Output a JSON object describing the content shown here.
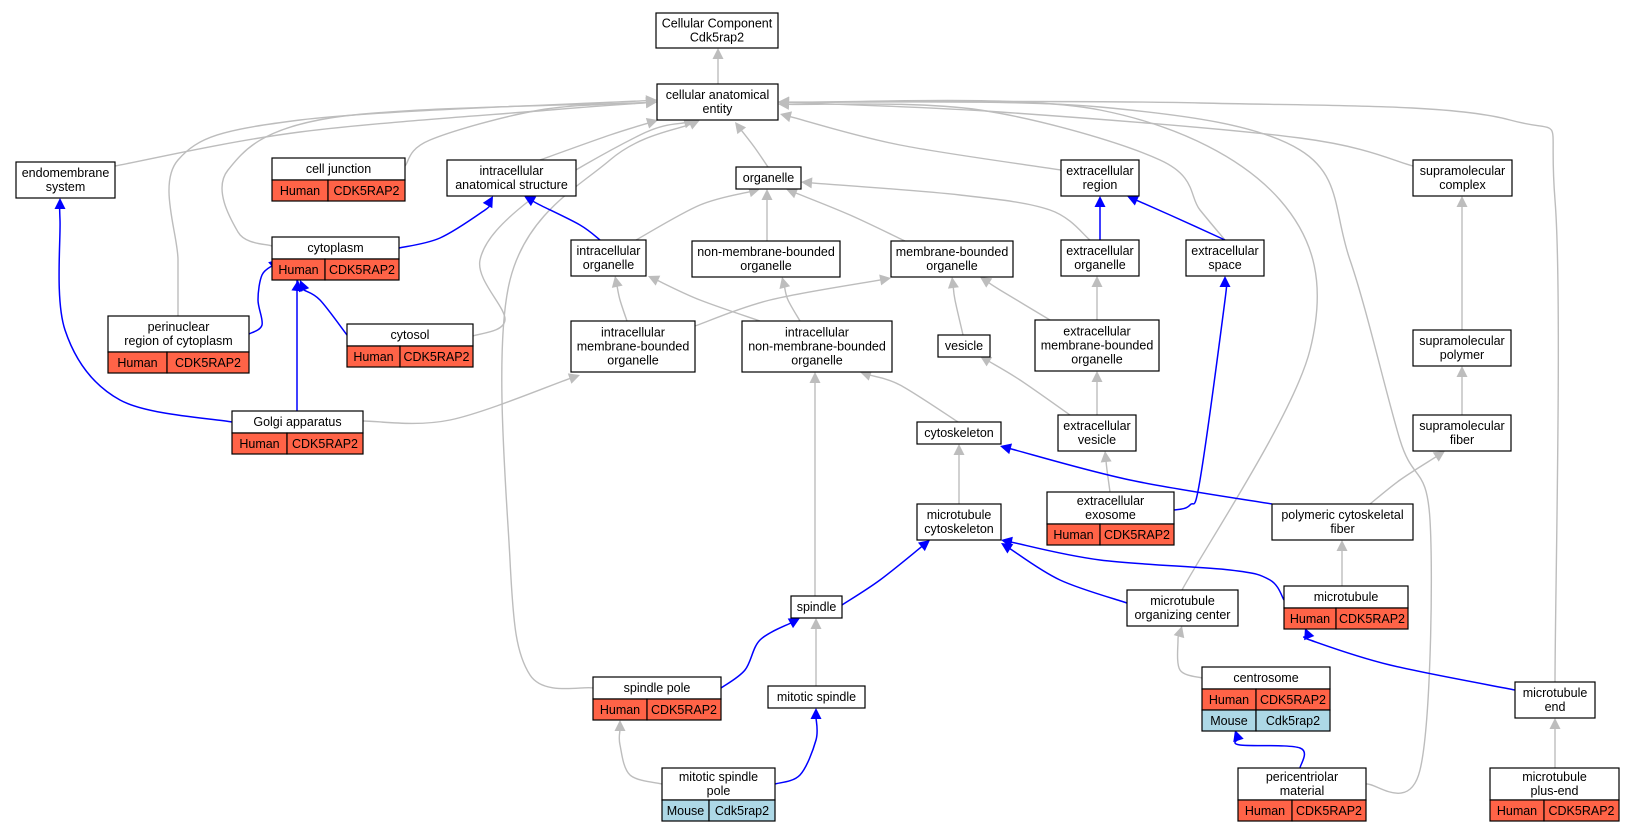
{
  "colors": {
    "human": "#ff6347",
    "mouse": "#add8e6",
    "gray_edge": "#bdbdbd",
    "blue_edge": "#0000ff"
  },
  "nodes": [
    {
      "id": "root",
      "lines": [
        "Cellular Component",
        "Cdk5rap2"
      ]
    },
    {
      "id": "cae",
      "lines": [
        "cellular anatomical",
        "entity"
      ]
    },
    {
      "id": "endo",
      "lines": [
        "endomembrane",
        "system"
      ]
    },
    {
      "id": "celljunction",
      "lines": [
        "cell junction"
      ],
      "rows": [
        [
          "Human",
          "CDK5RAP2"
        ]
      ]
    },
    {
      "id": "ias",
      "lines": [
        "intracellular",
        "anatomical structure"
      ]
    },
    {
      "id": "organelle",
      "lines": [
        "organelle"
      ]
    },
    {
      "id": "extreg",
      "lines": [
        "extracellular",
        "region"
      ]
    },
    {
      "id": "supcomplex",
      "lines": [
        "supramolecular",
        "complex"
      ]
    },
    {
      "id": "cytoplasm",
      "lines": [
        "cytoplasm"
      ],
      "rows": [
        [
          "Human",
          "CDK5RAP2"
        ]
      ]
    },
    {
      "id": "intorg",
      "lines": [
        "intracellular",
        "organelle"
      ]
    },
    {
      "id": "nmbo",
      "lines": [
        "non-membrane-bounded",
        "organelle"
      ]
    },
    {
      "id": "mbo",
      "lines": [
        "membrane-bounded",
        "organelle"
      ]
    },
    {
      "id": "extorg",
      "lines": [
        "extracellular",
        "organelle"
      ]
    },
    {
      "id": "extspace",
      "lines": [
        "extracellular",
        "space"
      ]
    },
    {
      "id": "perinuc",
      "lines": [
        "perinuclear",
        "region of cytoplasm"
      ],
      "rows": [
        [
          "Human",
          "CDK5RAP2"
        ]
      ]
    },
    {
      "id": "cytosol",
      "lines": [
        "cytosol"
      ],
      "rows": [
        [
          "Human",
          "CDK5RAP2"
        ]
      ]
    },
    {
      "id": "imbo",
      "lines": [
        "intracellular",
        "membrane-bounded",
        "organelle"
      ]
    },
    {
      "id": "inmbo",
      "lines": [
        "intracellular",
        "non-membrane-bounded",
        "organelle"
      ]
    },
    {
      "id": "vesicle",
      "lines": [
        "vesicle"
      ]
    },
    {
      "id": "embo",
      "lines": [
        "extracellular",
        "membrane-bounded",
        "organelle"
      ]
    },
    {
      "id": "suppolymer",
      "lines": [
        "supramolecular",
        "polymer"
      ]
    },
    {
      "id": "golgi",
      "lines": [
        "Golgi apparatus"
      ],
      "rows": [
        [
          "Human",
          "CDK5RAP2"
        ]
      ]
    },
    {
      "id": "cytoskeleton",
      "lines": [
        "cytoskeleton"
      ]
    },
    {
      "id": "extves",
      "lines": [
        "extracellular",
        "vesicle"
      ]
    },
    {
      "id": "supfiber",
      "lines": [
        "supramolecular",
        "fiber"
      ]
    },
    {
      "id": "exosome",
      "lines": [
        "extracellular",
        "exosome"
      ],
      "rows": [
        [
          "Human",
          "CDK5RAP2"
        ]
      ]
    },
    {
      "id": "mtcyto",
      "lines": [
        "microtubule",
        "cytoskeleton"
      ]
    },
    {
      "id": "pcf",
      "lines": [
        "polymeric cytoskeletal",
        "fiber"
      ]
    },
    {
      "id": "spindle",
      "lines": [
        "spindle"
      ]
    },
    {
      "id": "mtoc",
      "lines": [
        "microtubule",
        "organizing center"
      ]
    },
    {
      "id": "microtubule",
      "lines": [
        "microtubule"
      ],
      "rows": [
        [
          "Human",
          "CDK5RAP2"
        ]
      ]
    },
    {
      "id": "spindlepole",
      "lines": [
        "spindle pole"
      ],
      "rows": [
        [
          "Human",
          "CDK5RAP2"
        ]
      ]
    },
    {
      "id": "mitspindle",
      "lines": [
        "mitotic spindle"
      ]
    },
    {
      "id": "centrosome",
      "lines": [
        "centrosome"
      ],
      "rows": [
        [
          "Human",
          "CDK5RAP2"
        ],
        [
          "Mouse",
          "Cdk5rap2"
        ]
      ]
    },
    {
      "id": "mtend",
      "lines": [
        "microtubule",
        "end"
      ]
    },
    {
      "id": "msp",
      "lines": [
        "mitotic spindle",
        "pole"
      ],
      "rows": [
        [
          "Mouse",
          "Cdk5rap2"
        ]
      ]
    },
    {
      "id": "pcm",
      "lines": [
        "pericentriolar",
        "material"
      ],
      "rows": [
        [
          "Human",
          "CDK5RAP2"
        ]
      ]
    },
    {
      "id": "plusend",
      "lines": [
        "microtubule",
        "plus-end"
      ],
      "rows": [
        [
          "Human",
          "CDK5RAP2"
        ]
      ]
    }
  ],
  "edges": [
    {
      "from": "cae",
      "to": "root",
      "kind": "is_a"
    },
    {
      "from": "endo",
      "to": "cae",
      "kind": "is_a"
    },
    {
      "from": "celljunction",
      "to": "cae",
      "kind": "is_a"
    },
    {
      "from": "ias",
      "to": "cae",
      "kind": "is_a"
    },
    {
      "from": "organelle",
      "to": "cae",
      "kind": "is_a"
    },
    {
      "from": "extreg",
      "to": "cae",
      "kind": "is_a"
    },
    {
      "from": "supcomplex",
      "to": "cae",
      "kind": "is_a"
    },
    {
      "from": "cytoplasm",
      "to": "cae",
      "kind": "is_a"
    },
    {
      "from": "perinuc",
      "to": "cae",
      "kind": "is_a"
    },
    {
      "from": "cytosol",
      "to": "cae",
      "kind": "is_a"
    },
    {
      "from": "spindlepole",
      "to": "cae",
      "kind": "is_a"
    },
    {
      "from": "extspace",
      "to": "cae",
      "kind": "is_a"
    },
    {
      "from": "mtoc",
      "to": "cae",
      "kind": "is_a"
    },
    {
      "from": "pcm",
      "to": "cae",
      "kind": "is_a"
    },
    {
      "from": "mtend",
      "to": "cae",
      "kind": "is_a"
    },
    {
      "from": "cytoplasm",
      "to": "ias",
      "kind": "part_of"
    },
    {
      "from": "intorg",
      "to": "ias",
      "kind": "part_of"
    },
    {
      "from": "intorg",
      "to": "organelle",
      "kind": "is_a"
    },
    {
      "from": "nmbo",
      "to": "organelle",
      "kind": "is_a"
    },
    {
      "from": "mbo",
      "to": "organelle",
      "kind": "is_a"
    },
    {
      "from": "extorg",
      "to": "organelle",
      "kind": "is_a"
    },
    {
      "from": "extorg",
      "to": "extreg",
      "kind": "part_of"
    },
    {
      "from": "extspace",
      "to": "extreg",
      "kind": "part_of"
    },
    {
      "from": "perinuc",
      "to": "cytoplasm",
      "kind": "part_of"
    },
    {
      "from": "cytosol",
      "to": "cytoplasm",
      "kind": "part_of"
    },
    {
      "from": "golgi",
      "to": "cytoplasm",
      "kind": "part_of"
    },
    {
      "from": "golgi",
      "to": "endo",
      "kind": "part_of"
    },
    {
      "from": "imbo",
      "to": "intorg",
      "kind": "is_a"
    },
    {
      "from": "inmbo",
      "to": "intorg",
      "kind": "is_a"
    },
    {
      "from": "inmbo",
      "to": "nmbo",
      "kind": "is_a"
    },
    {
      "from": "imbo",
      "to": "mbo",
      "kind": "is_a"
    },
    {
      "from": "vesicle",
      "to": "mbo",
      "kind": "is_a"
    },
    {
      "from": "embo",
      "to": "mbo",
      "kind": "is_a"
    },
    {
      "from": "embo",
      "to": "extorg",
      "kind": "is_a"
    },
    {
      "from": "golgi",
      "to": "imbo",
      "kind": "is_a"
    },
    {
      "from": "cytoskeleton",
      "to": "inmbo",
      "kind": "is_a"
    },
    {
      "from": "spindle",
      "to": "inmbo",
      "kind": "is_a"
    },
    {
      "from": "extves",
      "to": "vesicle",
      "kind": "is_a"
    },
    {
      "from": "extves",
      "to": "embo",
      "kind": "is_a"
    },
    {
      "from": "exosome",
      "to": "extves",
      "kind": "is_a"
    },
    {
      "from": "exosome",
      "to": "extspace",
      "kind": "part_of"
    },
    {
      "from": "suppolymer",
      "to": "supcomplex",
      "kind": "is_a"
    },
    {
      "from": "supfiber",
      "to": "suppolymer",
      "kind": "is_a"
    },
    {
      "from": "pcf",
      "to": "supfiber",
      "kind": "is_a"
    },
    {
      "from": "mtcyto",
      "to": "cytoskeleton",
      "kind": "is_a"
    },
    {
      "from": "pcf",
      "to": "cytoskeleton",
      "kind": "part_of"
    },
    {
      "from": "microtubule",
      "to": "pcf",
      "kind": "is_a"
    },
    {
      "from": "spindle",
      "to": "mtcyto",
      "kind": "part_of"
    },
    {
      "from": "mtoc",
      "to": "mtcyto",
      "kind": "part_of"
    },
    {
      "from": "microtubule",
      "to": "mtcyto",
      "kind": "part_of"
    },
    {
      "from": "spindlepole",
      "to": "spindle",
      "kind": "part_of"
    },
    {
      "from": "mitspindle",
      "to": "spindle",
      "kind": "is_a"
    },
    {
      "from": "centrosome",
      "to": "mtoc",
      "kind": "is_a"
    },
    {
      "from": "mtend",
      "to": "microtubule",
      "kind": "part_of"
    },
    {
      "from": "msp",
      "to": "spindlepole",
      "kind": "is_a"
    },
    {
      "from": "msp",
      "to": "mitspindle",
      "kind": "part_of"
    },
    {
      "from": "pcm",
      "to": "centrosome",
      "kind": "part_of"
    },
    {
      "from": "plusend",
      "to": "mtend",
      "kind": "is_a"
    }
  ]
}
